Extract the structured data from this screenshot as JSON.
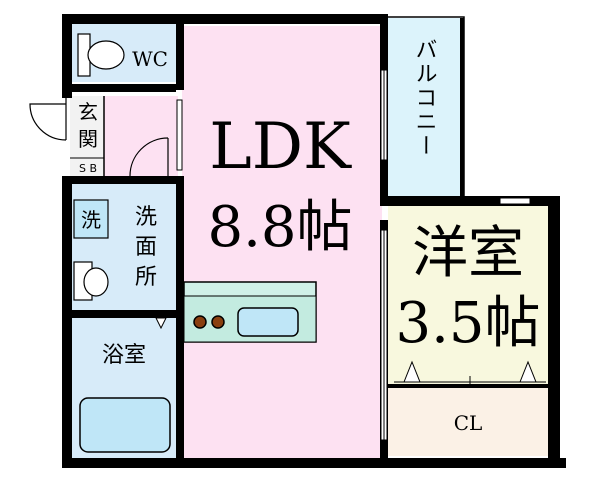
{
  "rooms": {
    "ldk": {
      "name": "LDK",
      "size": "8.8帖"
    },
    "western": {
      "name": "洋室",
      "size": "3.5帖"
    },
    "wc": {
      "name": "WC"
    },
    "entrance": {
      "name_line1": "玄",
      "name_line2": "関",
      "shoe_box": "S B"
    },
    "washroom": {
      "name_line1": "洗",
      "name_line2": "面",
      "name_line3": "所",
      "washer_mark": "洗"
    },
    "bath": {
      "name": "浴室"
    },
    "balcony": {
      "name": "バルコニー"
    },
    "closet": {
      "name": "CL"
    }
  },
  "colors": {
    "wall": "#000000",
    "ldk": "#fde1f2",
    "western": "#f8f8de",
    "wet_area": "#d7ebf9",
    "balcony": "#dcf3fb",
    "closet": "#fbf1e6",
    "entrance": "#f2f2f2",
    "fixture": "#bfe6f7",
    "stove": "#8a3f10"
  }
}
